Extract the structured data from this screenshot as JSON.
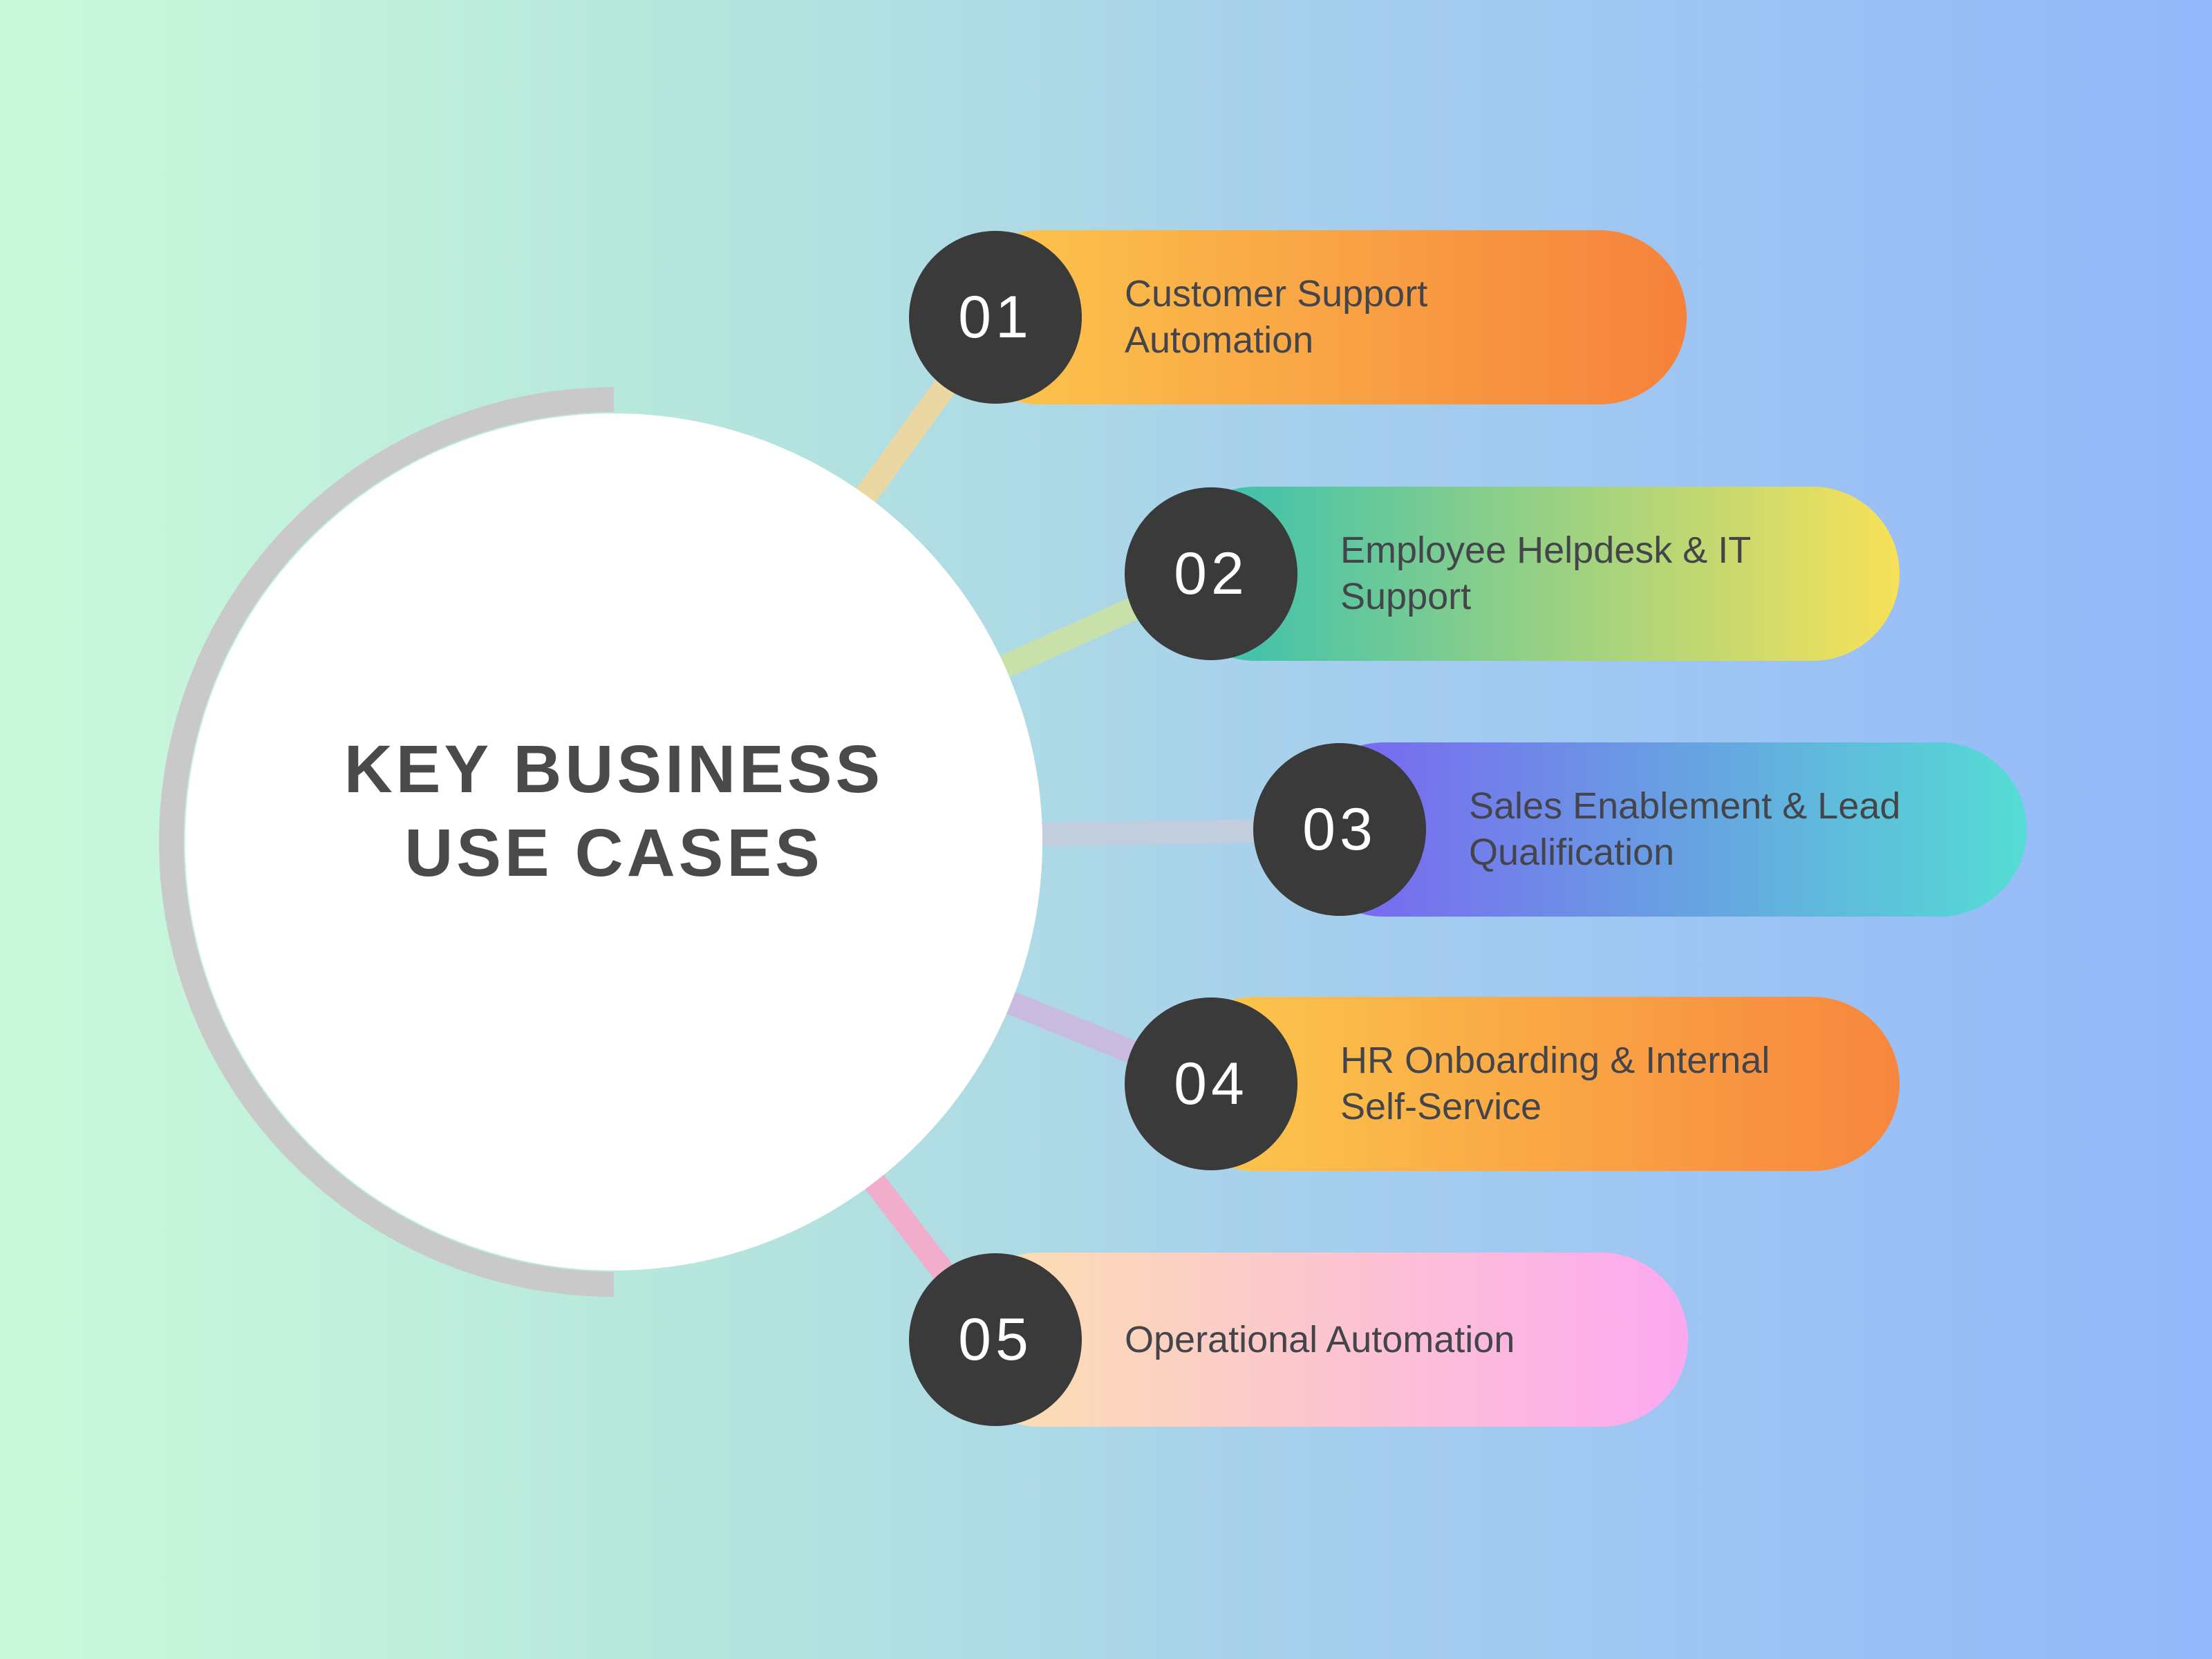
{
  "title": {
    "line1": "KEY BUSINESS",
    "line2": "USE CASES"
  },
  "items": [
    {
      "number": "01",
      "label": "Customer Support Automation",
      "gradient": [
        "#fcc84e",
        "#f6813c"
      ],
      "connector_color": "#ebd7a4"
    },
    {
      "number": "02",
      "label": "Employee Helpdesk & IT Support",
      "gradient": [
        "#2fbfb4",
        "#f8e158"
      ],
      "connector_color": "#c8e0aa"
    },
    {
      "number": "03",
      "label": "Sales Enablement & Lead Qualification",
      "gradient": [
        "#7c5ff2",
        "#55dcd4"
      ],
      "connector_color": "#c2cede"
    },
    {
      "number": "04",
      "label": "HR Onboarding & Internal Self-Service",
      "gradient": [
        "#fcca4d",
        "#f7863e"
      ],
      "connector_color": "#c9bae0"
    },
    {
      "number": "05",
      "label": "Operational Automation",
      "gradient": [
        "#fbe2ae",
        "#fca9f0"
      ],
      "connector_color": "#f0aecb"
    }
  ],
  "colors": {
    "background_left": "#cbfadb",
    "background_right": "#93b8fa",
    "circle_fill": "#ffffff",
    "arc": "#c9c9c9",
    "badge_fill": "#3a3a3a",
    "badge_text": "#ffffff",
    "title_text": "#4a4a4a",
    "label_text": "#43454a"
  }
}
